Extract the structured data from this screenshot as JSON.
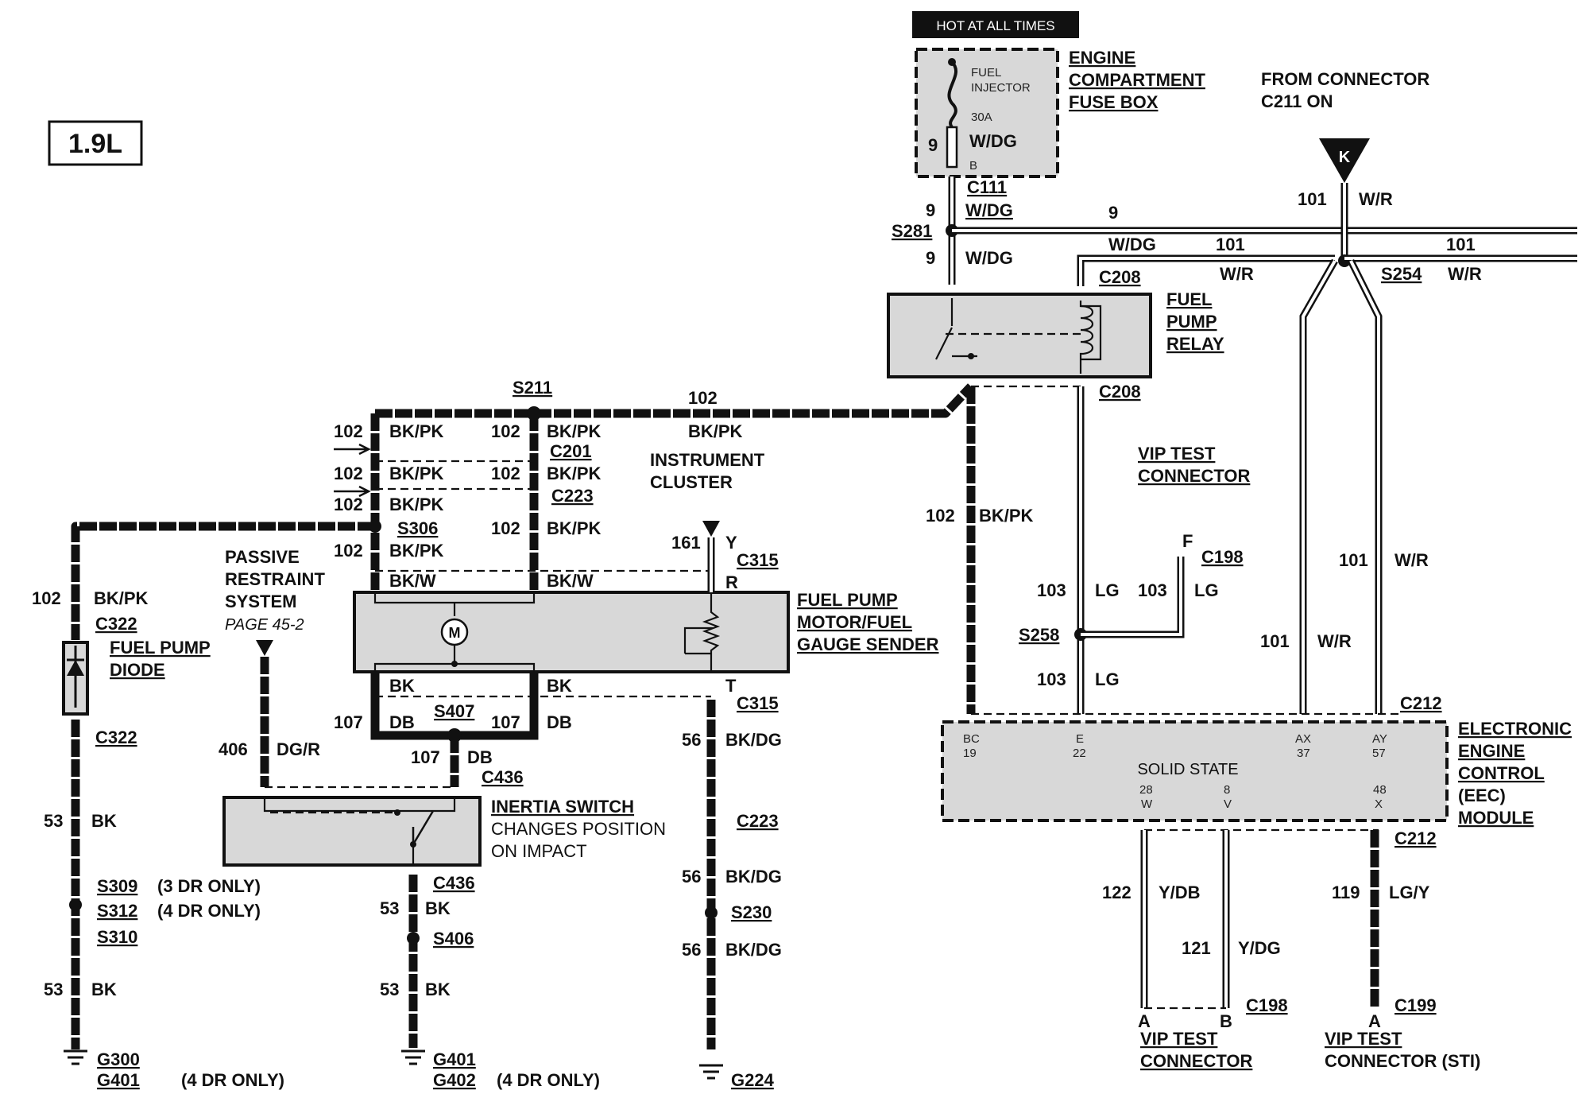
{
  "engine": {
    "label": "1.9L"
  },
  "hot_banner": "HOT AT ALL TIMES",
  "fuse_box": {
    "fuse_name_1": "FUEL",
    "fuse_name_2": "INJECTOR",
    "rating": "30A",
    "wire_color": "W/DG",
    "circuit": "9",
    "pin": "B",
    "title": [
      "ENGINE",
      "COMPARTMENT",
      "FUSE BOX"
    ]
  },
  "from_connector": [
    "FROM  CONNECTOR",
    "C211 ON"
  ],
  "source_k": "K",
  "connectors": {
    "c111": "C111",
    "c208_top": "C208",
    "c208_bot": "C208",
    "s281": "S281",
    "s254": "S254",
    "s211": "S211",
    "c201": "C201",
    "c223_a": "C223",
    "s306": "S306",
    "c322_top": "C322",
    "c322_bot": "C322",
    "c315_top": "C315",
    "c315_bot": "C315",
    "s407": "S407",
    "c436_top": "C436",
    "c436_bot": "C436",
    "c223_b": "C223",
    "s230": "S230",
    "g224": "G224",
    "s309": "S309",
    "s312": "S312",
    "s310": "S310",
    "g300": "G300",
    "g401a": "G401",
    "g401b": "G401",
    "g402": "G402",
    "s406": "S406",
    "c198_top": "C198",
    "s258": "S258",
    "c212_top": "C212",
    "c212_bot": "C212",
    "c198_bot": "C198",
    "c199": "C199",
    "pin_f": "F",
    "pin_a1": "A",
    "pin_b": "B",
    "pin_a2": "A"
  },
  "wires": {
    "n9": "9",
    "n101": "101",
    "n102": "102",
    "n103": "103",
    "n107": "107",
    "n161": "161",
    "n56": "56",
    "n406": "406",
    "n53": "53",
    "n122": "122",
    "n121": "121",
    "n119": "119",
    "wdg": "W/DG",
    "wr": "W/R",
    "bkpk": "BK/PK",
    "bkw": "BK/W",
    "bk": "BK",
    "db": "DB",
    "y": "Y",
    "r": "R",
    "t": "T",
    "bkdg": "BK/DG",
    "dgr": "DG/R",
    "lg": "LG",
    "ydb": "Y/DB",
    "ydg": "Y/DG",
    "lgy": "LG/Y"
  },
  "labels": {
    "fuel_pump_relay": [
      "FUEL",
      "PUMP",
      "RELAY"
    ],
    "instrument_cluster": [
      "INSTRUMENT",
      "CLUSTER"
    ],
    "vip_test_connector": [
      "VIP TEST",
      "CONNECTOR"
    ],
    "passive_restraint": [
      "PASSIVE",
      "RESTRAINT",
      "SYSTEM"
    ],
    "passive_page": "PAGE 45-2",
    "fuel_pump_diode": [
      "FUEL PUMP",
      "DIODE"
    ],
    "fuel_pump_motor": [
      "FUEL PUMP",
      "MOTOR/FUEL",
      "GAUGE SENDER"
    ],
    "motor_symbol": "M",
    "inertia_switch": [
      "INERTIA SWITCH",
      "CHANGES POSITION",
      "ON IMPACT"
    ],
    "eec": [
      "ELECTRONIC",
      "ENGINE",
      "CONTROL",
      "(EEC)",
      "MODULE"
    ],
    "solid_state": "SOLID STATE",
    "eec_pins": {
      "bc": "BC",
      "bc_n": "19",
      "e": "E",
      "e_n": "22",
      "ax": "AX",
      "ax_n": "37",
      "ay": "AY",
      "ay_n": "57",
      "w_n": "28",
      "w": "W",
      "v_n": "8",
      "v": "V",
      "x_n": "48",
      "x": "X"
    },
    "dr3": "(3 DR ONLY)",
    "dr4a": "(4 DR ONLY)",
    "dr4b": "(4 DR ONLY)",
    "dr4c": "(4 DR ONLY)",
    "vip_bot_1": [
      "VIP TEST",
      "CONNECTOR"
    ],
    "vip_bot_2": [
      "VIP TEST",
      "CONNECTOR (STI)"
    ]
  }
}
